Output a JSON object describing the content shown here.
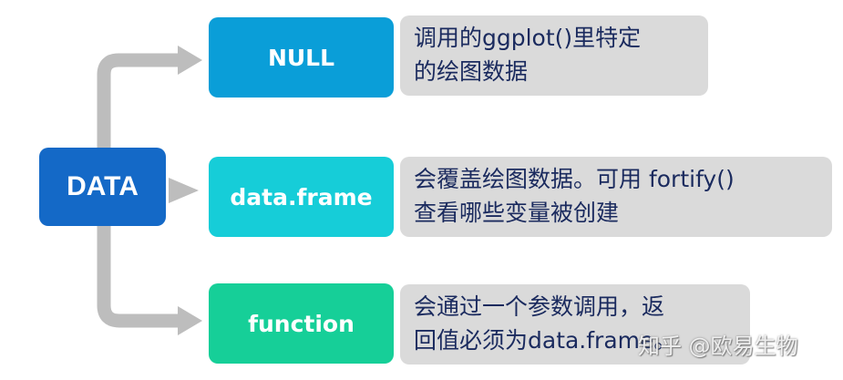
{
  "diagram": {
    "root": {
      "label": "DATA",
      "color": "#1469c7"
    },
    "options": [
      {
        "label": "NULL",
        "color": "#0a9ed8",
        "description_lines": [
          "调用的ggplot()里特定",
          "的绘图数据"
        ]
      },
      {
        "label": "data.frame",
        "color": "#16cdd8",
        "description_lines": [
          "会覆盖绘图数据。可用 fortify()",
          "查看哪些变量被创建"
        ]
      },
      {
        "label": "function",
        "color": "#16cf98",
        "description_lines": [
          "会通过一个参数调用，返",
          "回值必须为data.frame。"
        ]
      }
    ],
    "connector_color": "#bdbdbd",
    "description_bg": "#dadada",
    "description_text_color": "#1a2a5e"
  },
  "watermark": {
    "text": "知乎 @欧易生物"
  }
}
